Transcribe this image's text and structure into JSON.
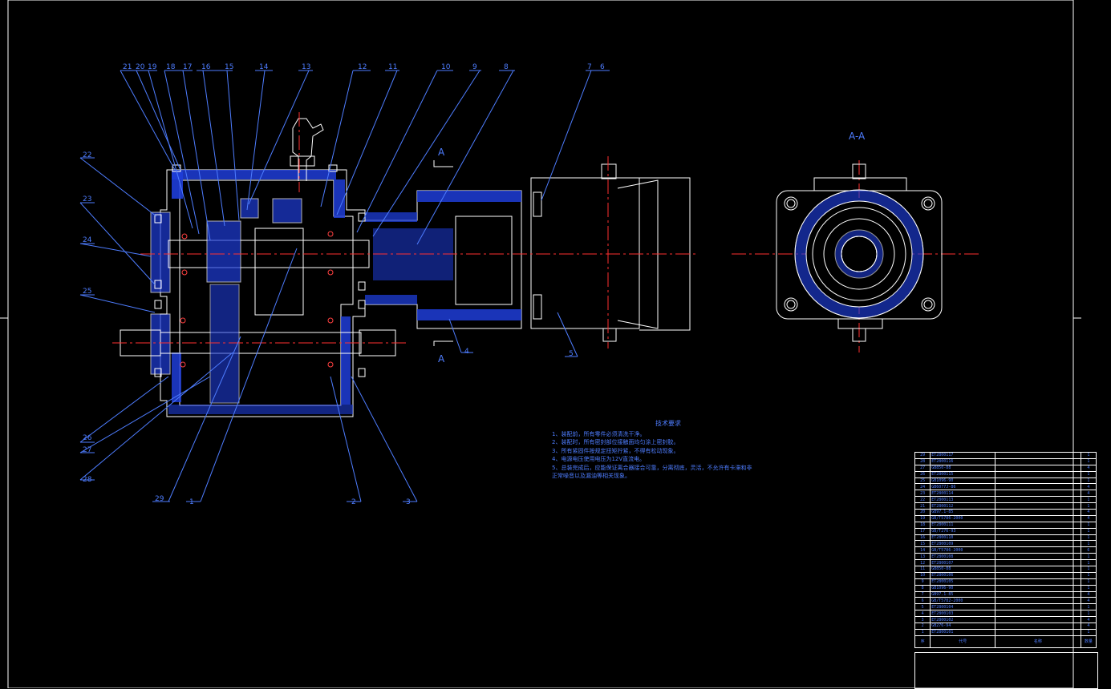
{
  "section_label": "A-A",
  "section_marks": [
    "A",
    "A"
  ],
  "balloons_top": [
    "21",
    "20",
    "19",
    "18",
    "17",
    "16",
    "15",
    "14",
    "13",
    "12",
    "11",
    "10",
    "9",
    "8",
    "7",
    "6"
  ],
  "balloons_left": [
    "22",
    "23",
    "24",
    "25",
    "26",
    "27",
    "28"
  ],
  "balloons_bottom": [
    "29",
    "1",
    "2",
    "3",
    "4",
    "5"
  ],
  "notes": {
    "title": "技术要求",
    "lines": [
      "1、装配前，所有零件必须清洗干净。",
      "2、装配时，所有密封部位接触面均匀涂上密封胶。",
      "3、所有紧固件按规定扭矩拧紧，不得有松动现象。",
      "4、电源电压使用电压为12V直流电。",
      "5、总装完成后，应能保证离合器接合可靠，分离彻底，灵活，不允许有卡滞和非",
      "   正常噪音以及漏油等相关现象。"
    ]
  },
  "bom": {
    "rows": [
      [
        "29",
        "ET2800117",
        "",
        "1"
      ],
      [
        "28",
        "ET2800116",
        "",
        "1"
      ],
      [
        "27",
        "GB850-88",
        "",
        "4"
      ],
      [
        "26",
        "ET2800115",
        "",
        "1"
      ],
      [
        "25",
        "GB1096-90",
        "",
        "1"
      ],
      [
        "24",
        "GB6077J-86",
        "",
        "4"
      ],
      [
        "23",
        "ET2800114",
        "",
        "4"
      ],
      [
        "22",
        "ET2800113",
        "",
        "1"
      ],
      [
        "21",
        "ET2800112",
        "",
        "1"
      ],
      [
        "20",
        "GB97.1-85",
        "",
        "4"
      ],
      [
        "19",
        "GB/T5786-2000",
        "",
        "4"
      ],
      [
        "18",
        "ET2800111",
        "",
        "1"
      ],
      [
        "17",
        "GB/T276-93",
        "",
        "1"
      ],
      [
        "16",
        "ET2800110",
        "",
        "1"
      ],
      [
        "15",
        "ET2800109",
        "",
        "1"
      ],
      [
        "14",
        "GB/T5786-2000",
        "",
        "6"
      ],
      [
        "13",
        "ET2800108",
        "",
        "1"
      ],
      [
        "12",
        "ET2800107",
        "",
        "1"
      ],
      [
        "11",
        "GB850-88",
        "",
        "1"
      ],
      [
        "10",
        "ET2800106",
        "",
        "1"
      ],
      [
        "9",
        "ET2800105",
        "",
        "1"
      ],
      [
        "8",
        "GB1096-90",
        "",
        "1"
      ],
      [
        "7",
        "GB97.1-85",
        "",
        "4"
      ],
      [
        "6",
        "GB/T5782-2000",
        "",
        "4"
      ],
      [
        "5",
        "ET2800104",
        "",
        "1"
      ],
      [
        "4",
        "ET2800103",
        "",
        "1"
      ],
      [
        "3",
        "ET2800102",
        "",
        "4"
      ],
      [
        "2",
        "GB276-94",
        "",
        "4"
      ],
      [
        "1",
        "ET2800101",
        "",
        "1"
      ]
    ],
    "header": [
      "序",
      "代号",
      "名称",
      "数量"
    ]
  }
}
